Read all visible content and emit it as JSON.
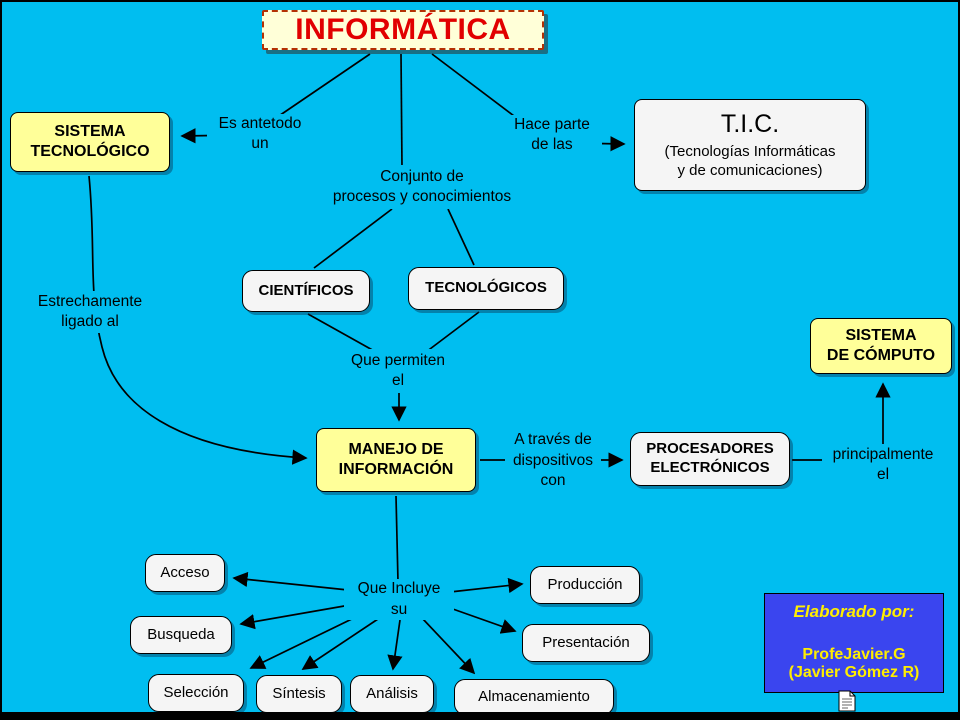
{
  "title": {
    "label": "INFORMÁTICA"
  },
  "nodes": {
    "sistema_tecnologico": {
      "label": "SISTEMA\nTECNOLÓGICO"
    },
    "tic": {
      "title": "T.I.C.",
      "subtitle": "(Tecnologías Informáticas\ny de comunicaciones)"
    },
    "cientificos": {
      "label": "CIENTÍFICOS"
    },
    "tecnologicos": {
      "label": "TECNOLÓGICOS"
    },
    "manejo": {
      "label": "MANEJO DE\nINFORMACIÓN"
    },
    "procesadores": {
      "label": "PROCESADORES\nELECTRÓNICOS"
    },
    "sistema_computo": {
      "label": "SISTEMA\nDE CÓMPUTO"
    },
    "acceso": {
      "label": "Acceso"
    },
    "busqueda": {
      "label": "Busqueda"
    },
    "seleccion": {
      "label": "Selección"
    },
    "sintesis": {
      "label": "Síntesis"
    },
    "analisis": {
      "label": "Análisis"
    },
    "almacenamiento": {
      "label": "Almacenamiento"
    },
    "produccion": {
      "label": "Producción"
    },
    "presentacion": {
      "label": "Presentación"
    }
  },
  "link_labels": {
    "es_antetodo": "Es antetodo\nun",
    "hace_parte": "Hace parte\nde las",
    "conjunto": "Conjunto de\nprocesos y conocimientos",
    "que_permiten": "Que permiten\nel",
    "estrechamente": "Estrechamente\nligado al",
    "a_traves": "A través de\ndispositivos\ncon",
    "principalmente": "principalmente\nel",
    "que_incluye": "Que Incluye\nsu"
  },
  "credits": {
    "heading": "Elaborado por:",
    "line1": "ProfeJavier.G",
    "line2": "(Javier Gómez R)"
  },
  "colors": {
    "background": "#00bef0",
    "node_yellow": "#ffff99",
    "node_white": "#f5f5f5",
    "title_red": "#e10000",
    "title_bg": "#ffffd8",
    "credits_blue": "#3a45ef",
    "credits_text": "#ffee00"
  }
}
